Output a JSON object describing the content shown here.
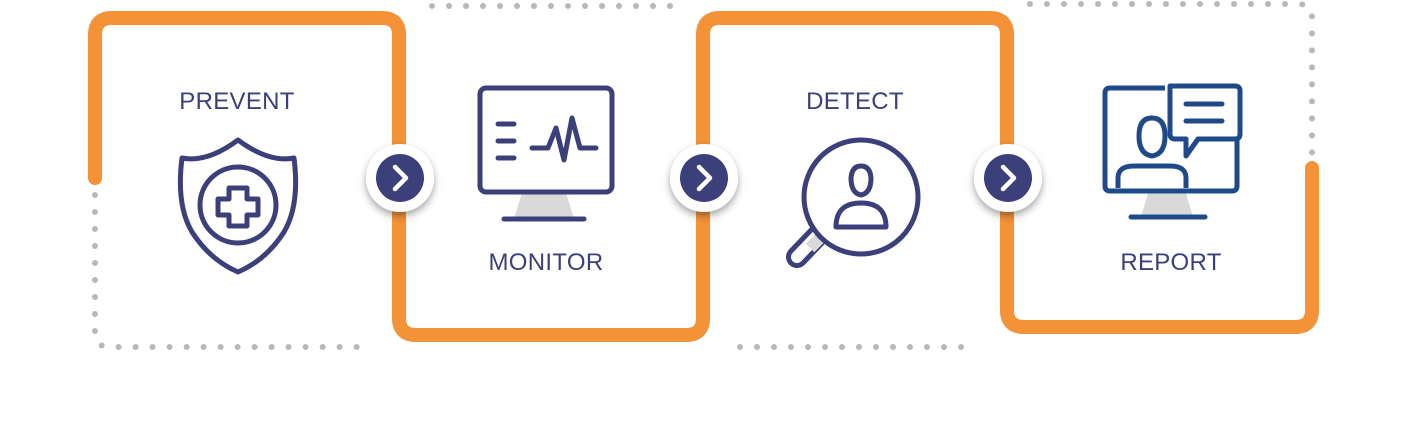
{
  "steps": [
    {
      "label": "PREVENT",
      "icon": "shield-medical-icon"
    },
    {
      "label": "MONITOR",
      "icon": "monitor-heartbeat-icon"
    },
    {
      "label": "DETECT",
      "icon": "magnifier-person-icon"
    },
    {
      "label": "REPORT",
      "icon": "video-chat-report-icon"
    }
  ],
  "connectors": [
    {
      "icon": "chevron-right-icon"
    },
    {
      "icon": "chevron-right-icon"
    },
    {
      "icon": "chevron-right-icon"
    }
  ],
  "colors": {
    "orange": "#f39237",
    "navy": "#3b3f7a",
    "gray_dots": "#b8b8b8",
    "report_icon": "#1f4a8a",
    "screen_stand": "#d9d9d9"
  }
}
